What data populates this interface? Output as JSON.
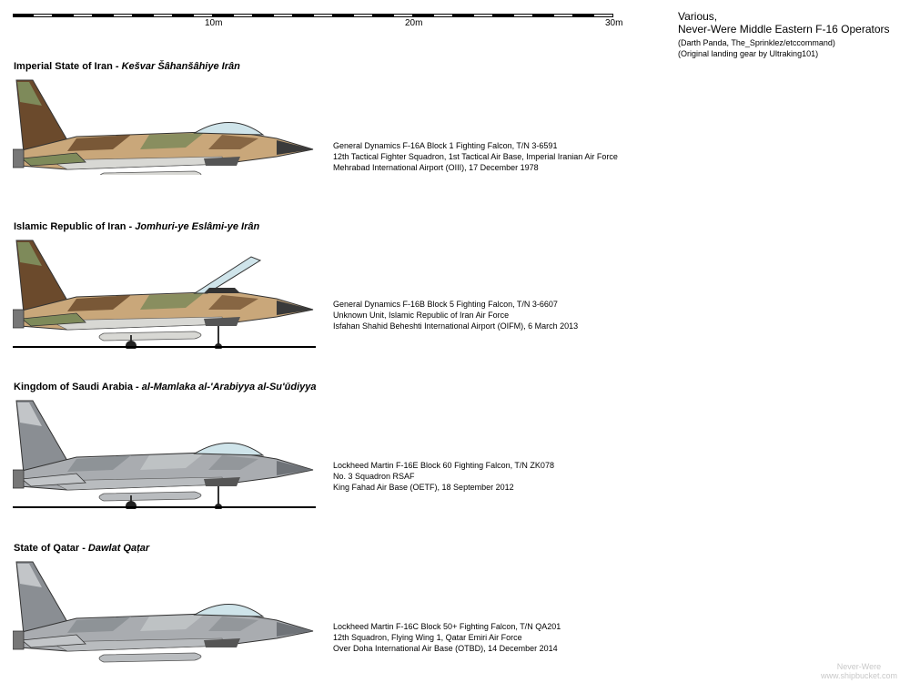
{
  "scale": {
    "ticks": [
      "10m",
      "20m",
      "30m"
    ],
    "colors": {
      "dark": "#000000",
      "light": "#ffffff"
    }
  },
  "header": {
    "line1": "Various,",
    "line2": "Never-Were Middle Eastern F-16 Operators",
    "line3": "(Darth Panda, The_Sprinklez/etccommand)",
    "line4": "(Original landing gear by Ultraking101)"
  },
  "sections": [
    {
      "country": "Imperial State of Iran",
      "sep": " - ",
      "native": "Kešvar Šâhanšâhiye Irân",
      "caption": [
        "General Dynamics F-16A Block 1 Fighting Falcon, T/N 3-6591",
        "12th Tactical Fighter Squadron, 1st Tactical Air Base, Imperial Iranian Air Force",
        "Mehrabad International Airport (OIII), 17 December 1978"
      ],
      "scheme": "desert-camo",
      "gear": false,
      "canopy_open": false
    },
    {
      "country": "Islamic Republic of Iran",
      "sep": " - ",
      "native": "Jomhuri-ye Eslâmi-ye Irân",
      "caption": [
        "General Dynamics F-16B Block 5 Fighting Falcon, T/N 3-6607",
        "Unknown Unit, Islamic Republic of Iran Air Force",
        "Isfahan Shahid Beheshti International Airport (OIFM), 6 March 2013"
      ],
      "scheme": "desert-camo",
      "gear": true,
      "canopy_open": true
    },
    {
      "country": "Kingdom of Saudi Arabia",
      "sep": " - ",
      "native": "al-Mamlaka al-'Arabiyya al-Su'ūdiyya",
      "caption": [
        "Lockheed Martin F-16E Block 60 Fighting Falcon, T/N ZK078",
        "No. 3 Squadron RSAF",
        "King Fahad Air Base (OETF), 18 September 2012"
      ],
      "scheme": "grey",
      "gear": true,
      "canopy_open": false
    },
    {
      "country": "State of Qatar",
      "sep": " - ",
      "native": "Dawlat Qaṭar",
      "caption": [
        "Lockheed Martin F-16C Block 50+ Fighting Falcon, T/N QA201",
        "12th Squadron, Flying Wing 1, Qatar Emiri Air Force",
        "Over Doha International Air Base (OTBD), 14 December 2014"
      ],
      "scheme": "grey",
      "gear": false,
      "canopy_open": false
    }
  ],
  "watermark": {
    "line1": "Never-Were",
    "line2": "www.shipbucket.com"
  }
}
